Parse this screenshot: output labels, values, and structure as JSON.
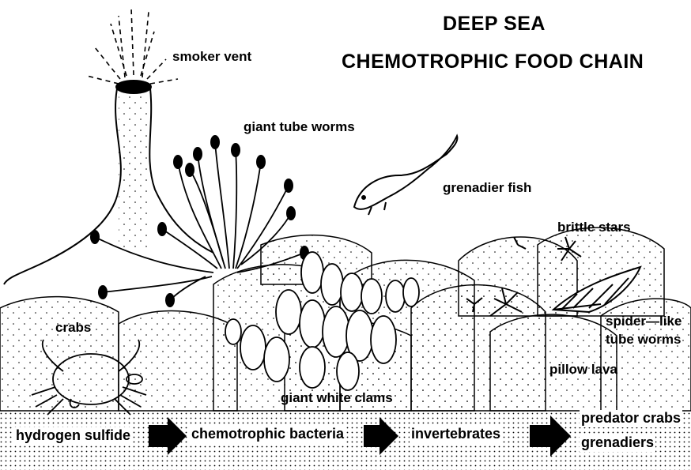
{
  "title": {
    "line1": "DEEP SEA",
    "line2": "CHEMOTROPHIC FOOD CHAIN"
  },
  "labels": {
    "smoker_vent": "smoker vent",
    "giant_tube_worms": "giant tube worms",
    "grenadier_fish": "grenadier fish",
    "brittle_stars": "brittle stars",
    "crabs": "crabs",
    "spider_like": "spider—like",
    "tube_worms": "tube worms",
    "pillow_lava": "pillow lava",
    "giant_white_clams": "giant white clams"
  },
  "food_chain": {
    "steps": [
      "hydrogen sulfide",
      "chemotrophic bacteria",
      "invertebrates",
      "predator crabs",
      "grenadiers"
    ]
  },
  "colors": {
    "ink": "#000000",
    "paper": "#ffffff"
  }
}
